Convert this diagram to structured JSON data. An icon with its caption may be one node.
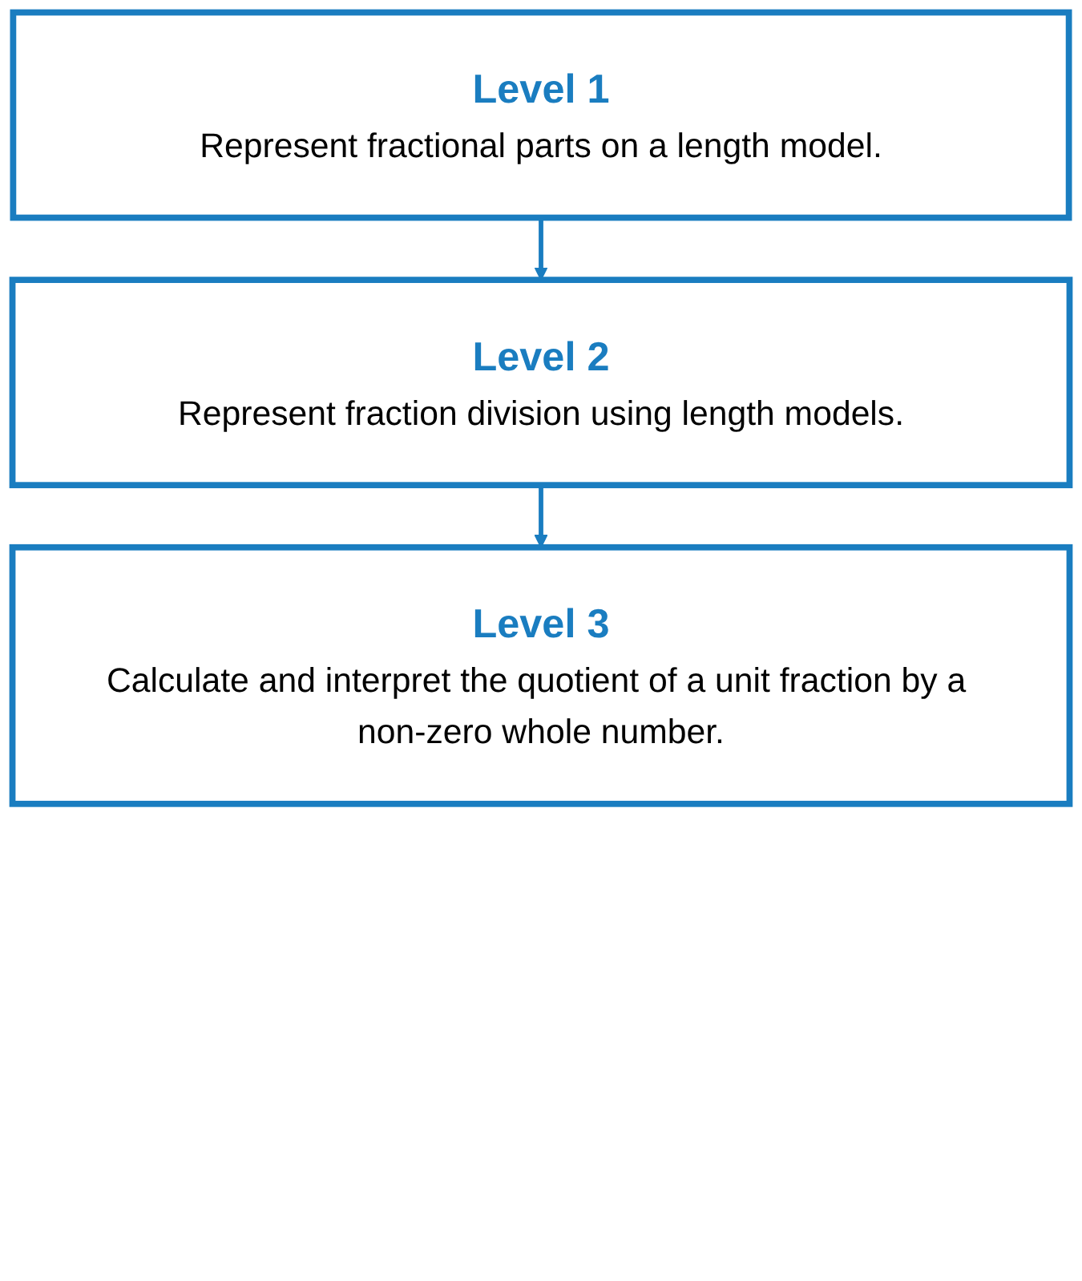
{
  "diagram": {
    "nodes": [
      {
        "text": [
          "Level 1",
          "Represent fractional parts on a length model."
        ]
      },
      {
        "text": [
          "Level 2",
          "Represent fraction division using length models."
        ]
      },
      {
        "text": [
          "Level 3",
          "Calculate and interpret the quotient of a unit fraction by a non-zero whole number."
        ]
      }
    ],
    "edges": [
      {
        "from": 0,
        "to": 1,
        "arrow": "to"
      },
      {
        "from": 1,
        "to": 2,
        "arrow": "to"
      }
    ]
  }
}
